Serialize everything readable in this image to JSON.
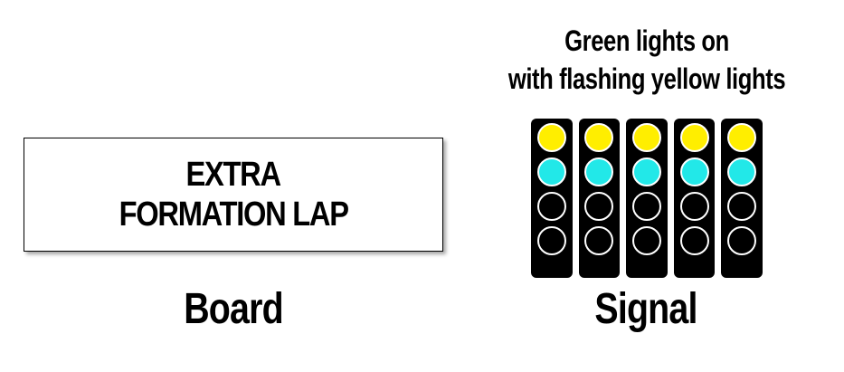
{
  "board": {
    "lines": [
      "EXTRA",
      "FORMATION LAP"
    ],
    "caption": "Board"
  },
  "signal": {
    "description_lines": [
      "Green lights on",
      "with flashing yellow lights"
    ],
    "caption": "Signal",
    "columns": [
      [
        "yellow",
        "cyan",
        "off",
        "off"
      ],
      [
        "yellow",
        "cyan",
        "off",
        "off"
      ],
      [
        "yellow",
        "cyan",
        "off",
        "off"
      ],
      [
        "yellow",
        "cyan",
        "off",
        "off"
      ],
      [
        "yellow",
        "cyan",
        "off",
        "off"
      ]
    ]
  },
  "colors": {
    "yellow": "#ffee00",
    "cyan": "#22e8e8",
    "off": "#000000"
  }
}
